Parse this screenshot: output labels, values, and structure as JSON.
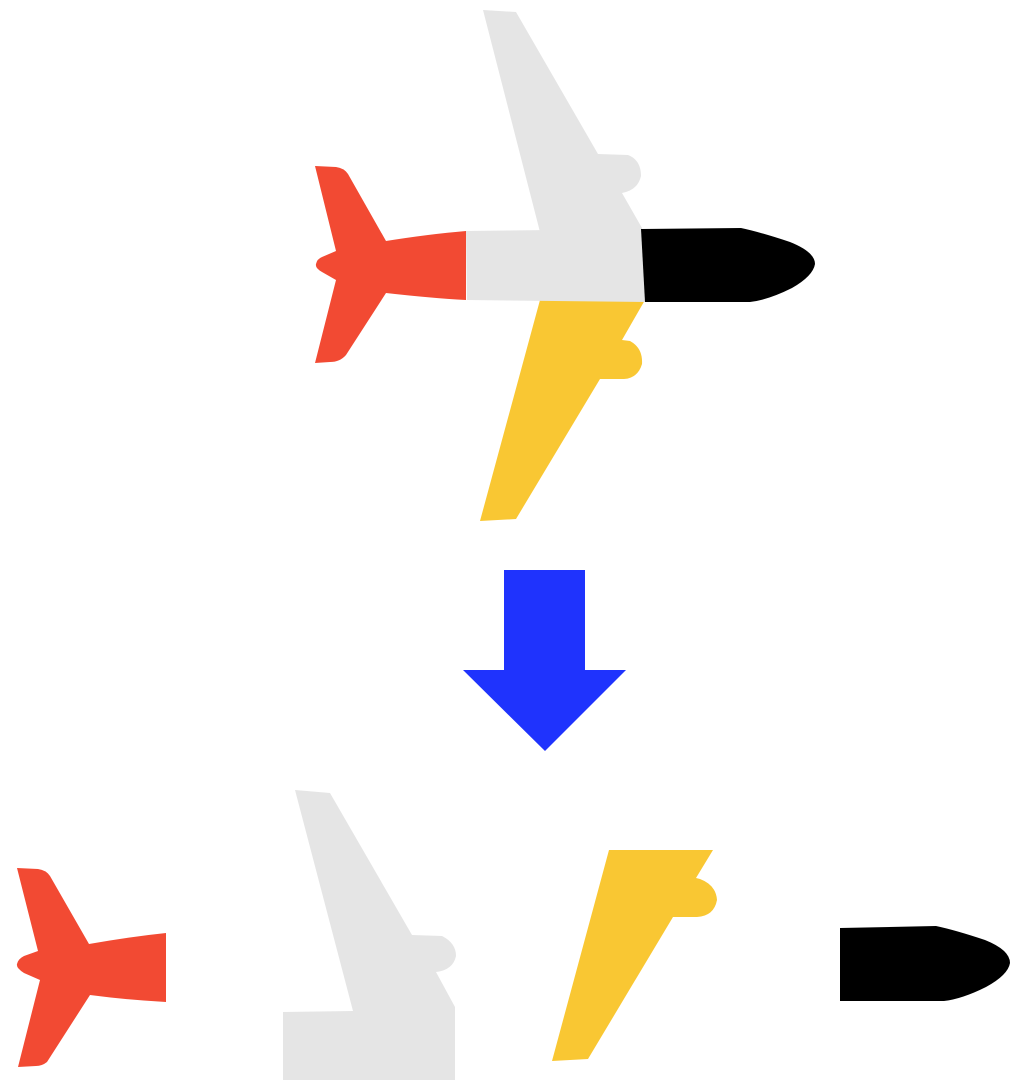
{
  "diagram": {
    "kind": "exploded-view",
    "assembled": {
      "name": "airplane",
      "parts": [
        "tail-section",
        "center-fuselage-upper-wing",
        "nose-section",
        "lower-wing"
      ]
    },
    "arrow": {
      "direction": "down",
      "meaning": "disassemble"
    },
    "exploded_parts_order": [
      "tail-section",
      "center-fuselage-upper-wing",
      "lower-wing",
      "nose-section"
    ]
  },
  "colors": {
    "background": "#ffffff",
    "tail": "#f24a33",
    "center_body": "#e5e5e5",
    "nose": "#000000",
    "lower_wing": "#f9c733",
    "arrow": "#1f33fd"
  }
}
